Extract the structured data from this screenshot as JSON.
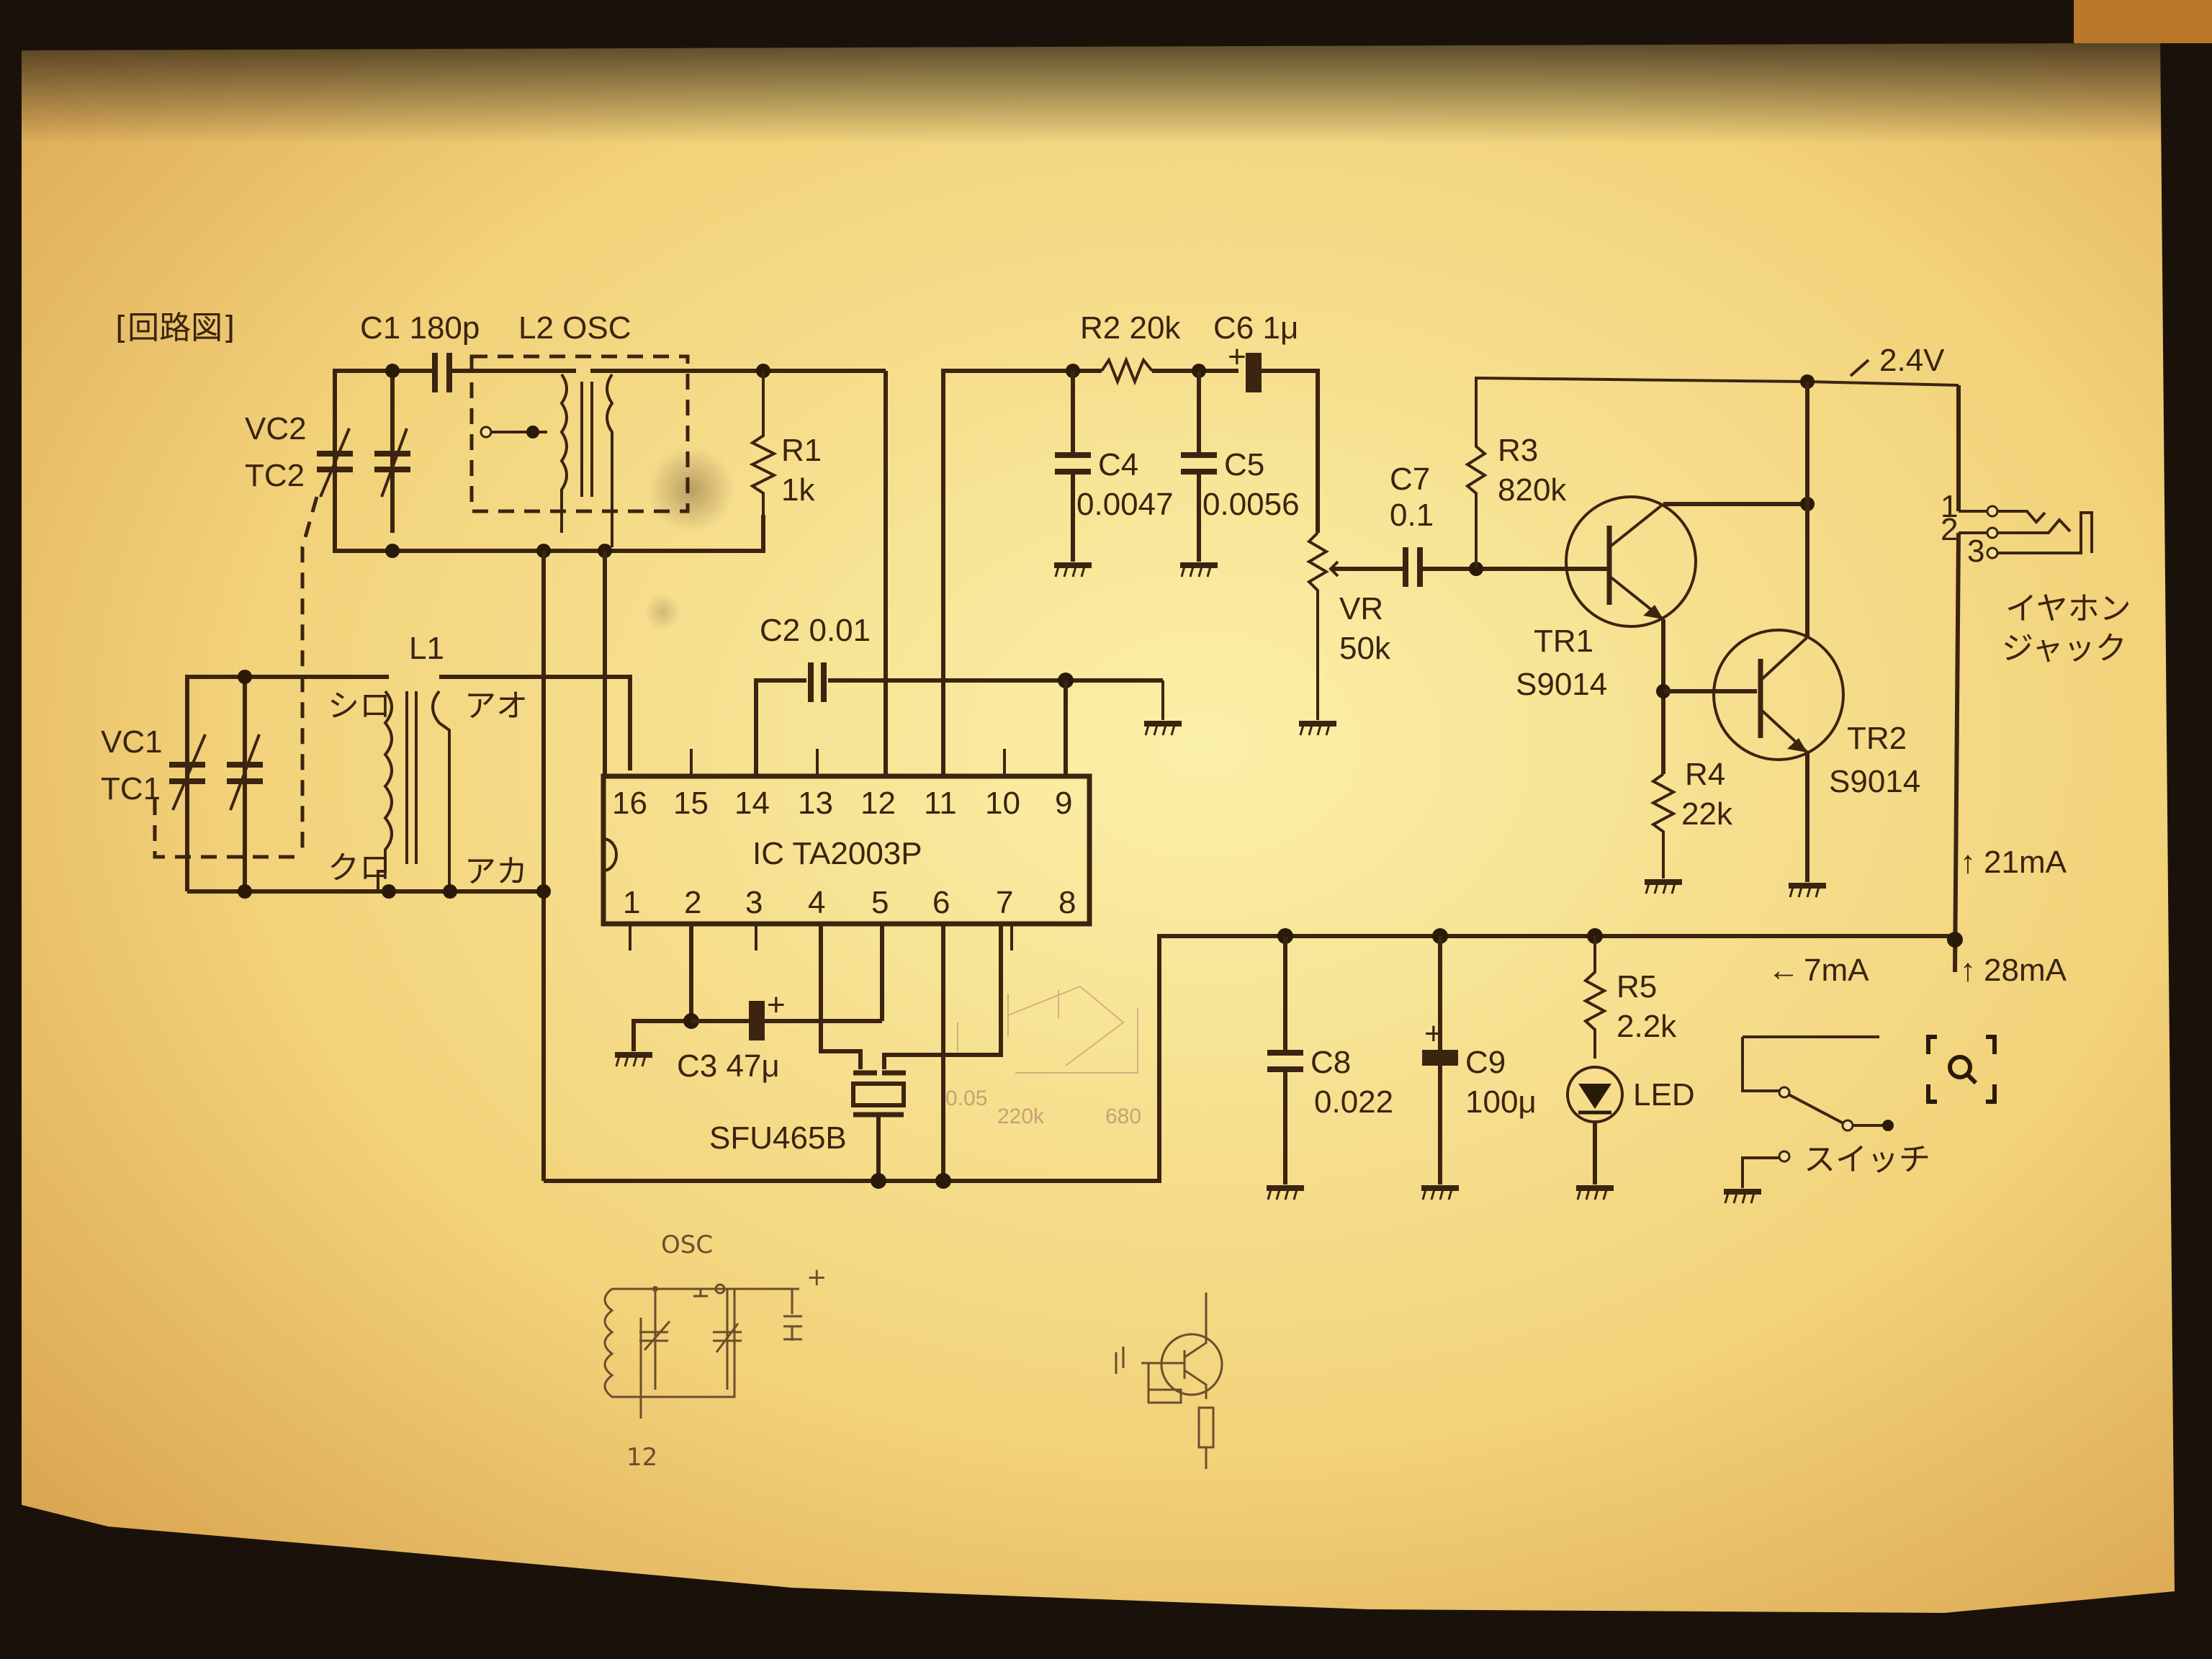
{
  "title": "[回路図]",
  "components": {
    "c1": "C1 180p",
    "l2": "L2 OSC",
    "vc2": "VC2",
    "tc2": "TC2",
    "r1": "R1",
    "r1_value": "1k",
    "l1": "L1",
    "vc1": "VC1",
    "tc1": "TC1",
    "c2": "C2 0.01",
    "r2": "R2 20k",
    "c6": "C6 1μ",
    "c4": "C4",
    "c4_value": "0.0047",
    "c5": "C5",
    "c5_value": "0.0056",
    "c7": "C7",
    "c7_value": "0.1",
    "vr": "VR",
    "vr_value": "50k",
    "r3": "R3",
    "r3_value": "820k",
    "tr1": "TR1",
    "tr1_part": "S9014",
    "tr2": "TR2",
    "tr2_part": "S9014",
    "r4": "R4",
    "r4_value": "22k",
    "ic": "IC TA2003P",
    "c3": "C3 47μ",
    "filter": "SFU465B",
    "c8": "C8",
    "c8_value": "0.022",
    "c9": "C9",
    "c9_value": "100μ",
    "r5": "R5",
    "r5_value": "2.2k",
    "led": "LED",
    "switch": "スイッチ",
    "jack_line1": "イヤホン",
    "jack_line2": "ジャック"
  },
  "coil_wire_colors": {
    "white": "シロ",
    "black": "クロ",
    "blue": "アオ",
    "red": "アカ"
  },
  "ic_pins": {
    "top": [
      "16",
      "15",
      "14",
      "13",
      "12",
      "11",
      "10",
      "9"
    ],
    "bottom": [
      "1",
      "2",
      "3",
      "4",
      "5",
      "6",
      "7",
      "8"
    ]
  },
  "jack_pins": [
    "1",
    "2",
    "3"
  ],
  "annotations": {
    "voltage": "2.4V",
    "current_tr": "21mA",
    "current_total": "28mA",
    "current_led": "7mA"
  },
  "sketches": {
    "osc_label": "OSC",
    "osc_pin": "12",
    "plus": "+",
    "pencil_notes": [
      "0.05",
      "220k",
      "680"
    ]
  },
  "colors": {
    "paper": "#f2d27a",
    "ink": "#3b2410",
    "background": "#1a120a"
  }
}
